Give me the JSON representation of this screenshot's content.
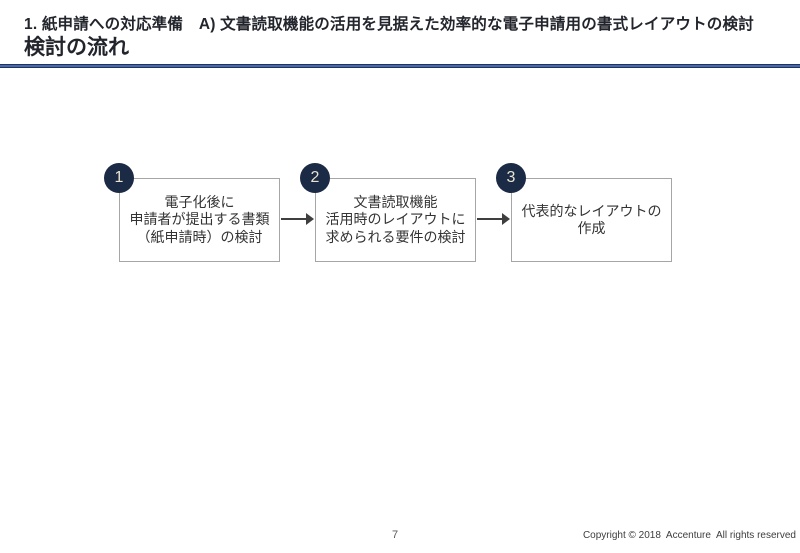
{
  "header": {
    "breadcrumb": "1. 紙申請への対応準備　A) 文書読取機能の活用を見据えた効率的な電子申請用の書式レイアウトの検討",
    "title": "検討の流れ"
  },
  "flow": {
    "steps": [
      {
        "number": "1",
        "lines": [
          "電子化後に",
          "申請者が提出する書類",
          "（紙申請時）の検討"
        ]
      },
      {
        "number": "2",
        "lines": [
          "文書読取機能",
          "活用時のレイアウトに",
          "求められる要件の検討"
        ]
      },
      {
        "number": "3",
        "lines": [
          "代表的なレイアウトの",
          "作成"
        ]
      }
    ]
  },
  "footer": {
    "page_number": "7",
    "copyright": "Copyright © 2018  Accenture  All rights reserved"
  },
  "colors": {
    "circle_navy": "#1b2a45",
    "circle_number": "#eae3d0",
    "separator_outer": "#1e3360",
    "separator_inner": "#4b69a8",
    "box_border": "#a6a6a6",
    "text_dark": "#333333",
    "arrow": "#3f3f3f"
  }
}
